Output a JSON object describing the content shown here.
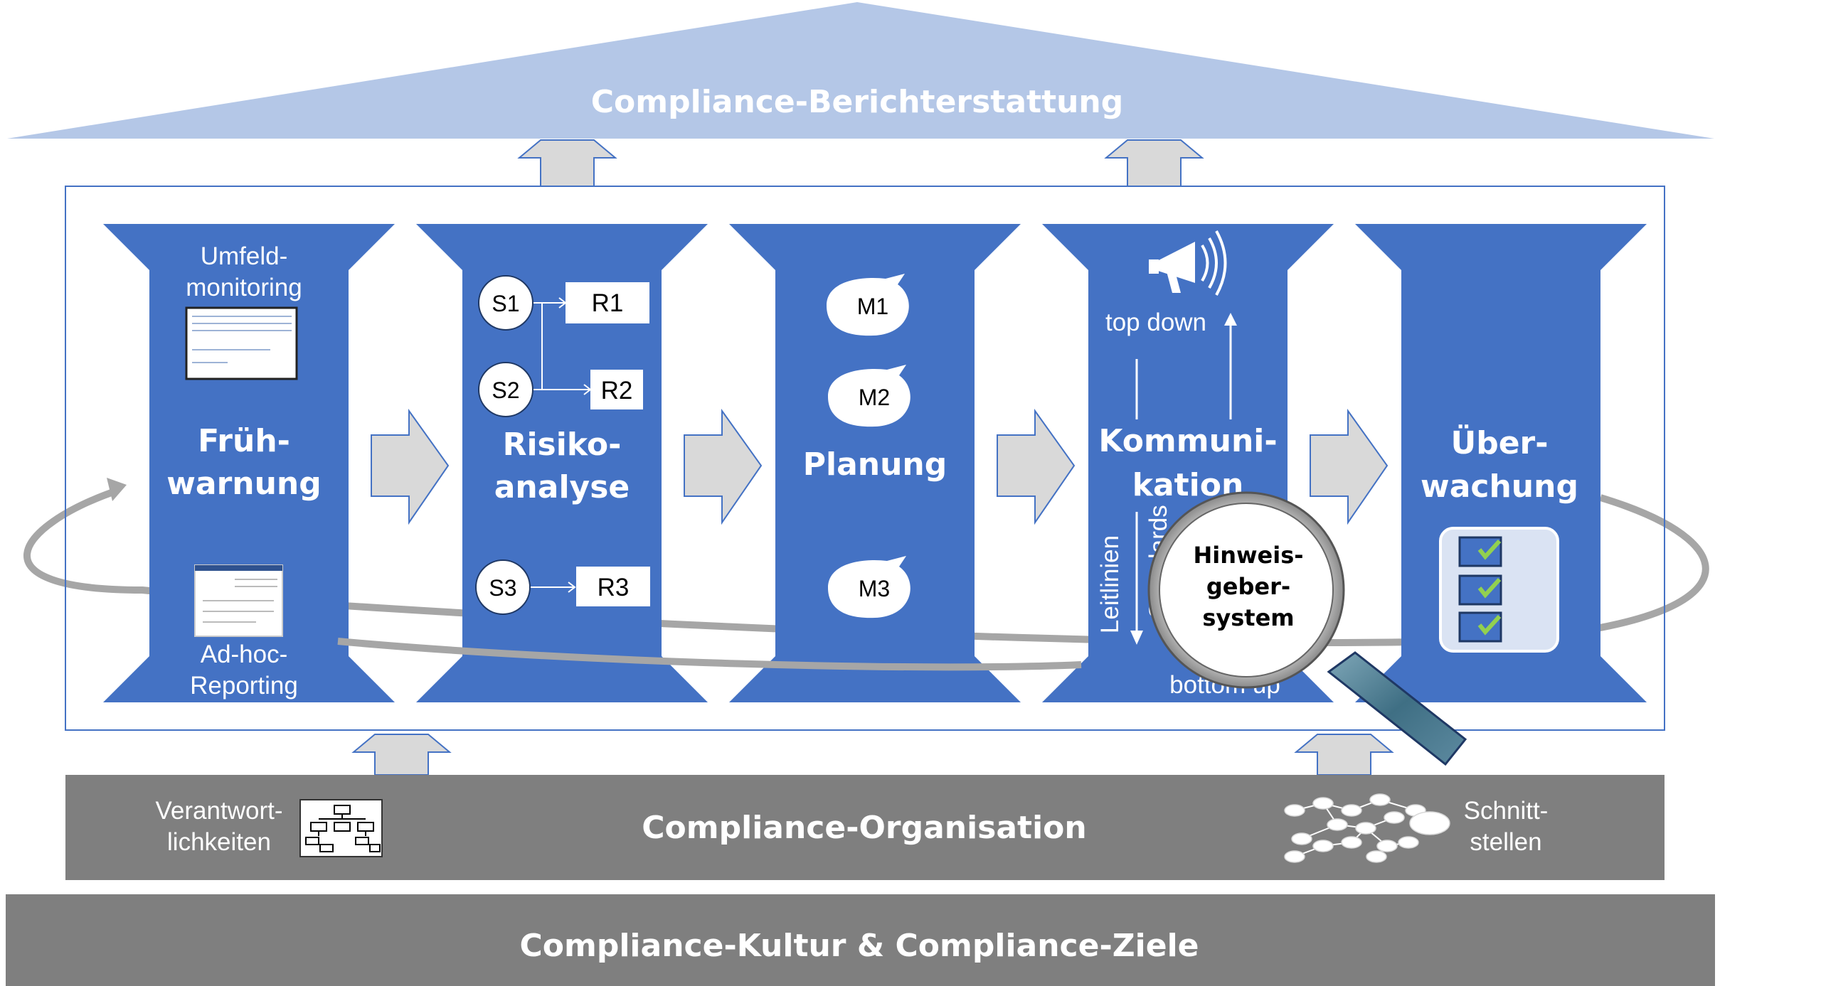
{
  "roof": {
    "label": "Compliance-Berichterstattung"
  },
  "pillars": [
    {
      "id": "fruehwarnung",
      "title": [
        "Früh-",
        "warnung"
      ],
      "top_note": [
        "Umfeld-",
        "monitoring"
      ],
      "bottom_note": [
        "Ad-hoc-",
        "Reporting"
      ]
    },
    {
      "id": "risikoanalyse",
      "title": [
        "Risiko-",
        "analyse"
      ],
      "scenarios": [
        "S1",
        "S2",
        "S3"
      ],
      "risks": [
        "R1",
        "R2",
        "R3"
      ]
    },
    {
      "id": "planung",
      "title": [
        "Planung"
      ],
      "measures": [
        "M1",
        "M2",
        "M3"
      ]
    },
    {
      "id": "kommunikation",
      "title": [
        "Kommuni-",
        "kation"
      ],
      "top_down": "top down",
      "bottom_up": "bottom up",
      "guidelines": "Leitlinien",
      "standards": "Standards"
    },
    {
      "id": "ueberwachung",
      "title": [
        "Über-",
        "wachung"
      ]
    }
  ],
  "whistleblower": {
    "label": [
      "Hinweis-",
      "geber-",
      "system"
    ]
  },
  "organisation": {
    "label": "Compliance-Organisation",
    "left_note": [
      "Verantwort-",
      "lichkeiten"
    ],
    "right_note": [
      "Schnitt-",
      "stellen"
    ]
  },
  "foundation": {
    "label": "Compliance-Kultur & Compliance-Ziele"
  },
  "colors": {
    "pillar_blue": "#4472c4",
    "roof_blue": "#b4c7e7",
    "gray_bar": "#7f7f7f",
    "arrow_gray": "#d9d9d9",
    "ring_gray": "#a6a6a6"
  }
}
